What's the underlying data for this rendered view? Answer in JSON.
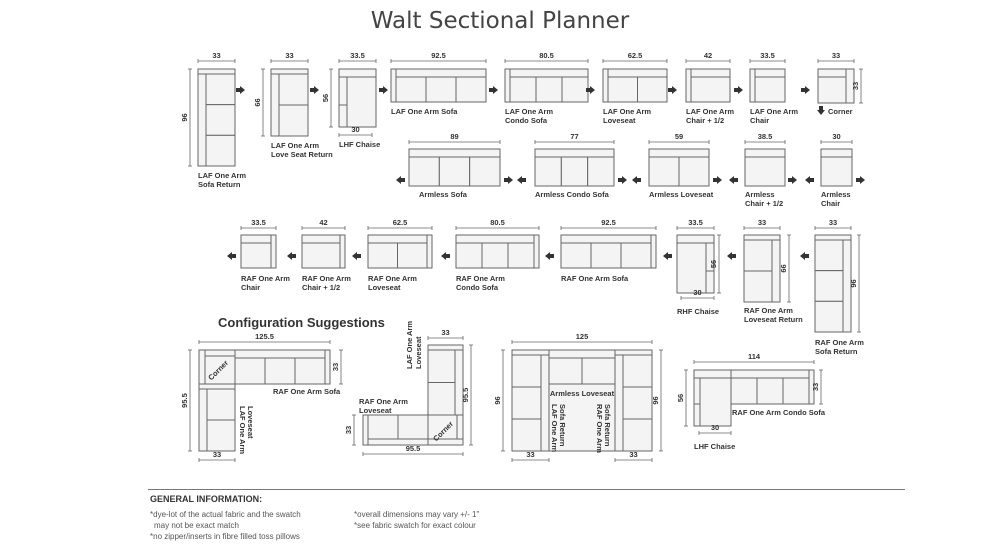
{
  "page": {
    "title": "Walt Sectional Planner"
  },
  "pieces": [
    {
      "id": "laf-sofa-return",
      "label_lines": [
        "LAF One Arm",
        "Sofa Return"
      ],
      "width_label": "33",
      "depth_label": "96"
    },
    {
      "id": "laf-loveseat-return",
      "label_lines": [
        "LAF One Arm",
        "Love Seat Return"
      ],
      "width_label": "33",
      "depth_label": "66"
    },
    {
      "id": "lhf-chaise",
      "label_lines": [
        "LHF Chaise"
      ],
      "width_label": "33.5",
      "depth_label": "56",
      "bottom_label": "30"
    },
    {
      "id": "laf-sofa",
      "label_lines": [
        "LAF One Arm Sofa"
      ],
      "width_label": "92.5"
    },
    {
      "id": "laf-condo-sofa",
      "label_lines": [
        "LAF One Arm",
        "Condo Sofa"
      ],
      "width_label": "80.5"
    },
    {
      "id": "laf-loveseat",
      "label_lines": [
        "LAF One Arm",
        "Loveseat"
      ],
      "width_label": "62.5"
    },
    {
      "id": "laf-chair-half",
      "label_lines": [
        "LAF One Arm",
        "Chair + 1/2"
      ],
      "width_label": "42"
    },
    {
      "id": "laf-chair",
      "label_lines": [
        "LAF One Arm",
        "Chair"
      ],
      "width_label": "33.5"
    },
    {
      "id": "corner",
      "label_lines": [
        "Corner"
      ],
      "width_label": "33",
      "depth_label": "33"
    },
    {
      "id": "armless-sofa",
      "label_lines": [
        "Armless Sofa"
      ],
      "width_label": "89"
    },
    {
      "id": "armless-condo-sofa",
      "label_lines": [
        "Armless Condo Sofa"
      ],
      "width_label": "77"
    },
    {
      "id": "armless-loveseat",
      "label_lines": [
        "Armless Loveseat"
      ],
      "width_label": "59"
    },
    {
      "id": "armless-chair-half",
      "label_lines": [
        "Armless",
        "Chair + 1/2"
      ],
      "width_label": "38.5"
    },
    {
      "id": "armless-chair",
      "label_lines": [
        "Armless",
        "Chair"
      ],
      "width_label": "30"
    },
    {
      "id": "raf-chair",
      "label_lines": [
        "RAF One Arm",
        "Chair"
      ],
      "width_label": "33.5"
    },
    {
      "id": "raf-chair-half",
      "label_lines": [
        "RAF One Arm",
        "Chair + 1/2"
      ],
      "width_label": "42"
    },
    {
      "id": "raf-loveseat",
      "label_lines": [
        "RAF One Arm",
        "Loveseat"
      ],
      "width_label": "62.5"
    },
    {
      "id": "raf-condo-sofa",
      "label_lines": [
        "RAF One Arm",
        "Condo Sofa"
      ],
      "width_label": "80.5"
    },
    {
      "id": "raf-sofa",
      "label_lines": [
        "RAF One Arm Sofa"
      ],
      "width_label": "92.5"
    },
    {
      "id": "rhf-chaise",
      "label_lines": [
        "RHF Chaise"
      ],
      "width_label": "33.5",
      "depth_label": "56",
      "bottom_label": "30"
    },
    {
      "id": "raf-loveseat-return",
      "label_lines": [
        "RAF One Arm",
        "Loveseat Return"
      ],
      "width_label": "33",
      "depth_label": "66"
    },
    {
      "id": "raf-sofa-return",
      "label_lines": [
        "RAF One Arm",
        "Sofa Return"
      ],
      "width_label": "33",
      "depth_label": "96"
    }
  ],
  "configurations": {
    "title": "Configuration Suggestions",
    "config1": {
      "top": "125.5",
      "right": "33",
      "left": "95.5",
      "bottom": "33",
      "corner": "Corner",
      "sofa": "RAF One Arm Sofa",
      "return_lines": [
        "LAF One Arm",
        "Loveseat"
      ]
    },
    "config2": {
      "top": "33",
      "right": "95.5",
      "left": "33",
      "bottom": "95.5",
      "corner": "Corner",
      "loveseat_lines": [
        "RAF One Arm",
        "Loveseat"
      ],
      "return_lines": [
        "LAF One Arm",
        "Loveseat"
      ]
    },
    "config3": {
      "top": "125",
      "left": "96",
      "right": "96",
      "bottom_left": "33",
      "bottom_right": "33",
      "middle": "Armless Loveseat",
      "left_lines": [
        "LAF One Arm",
        "Sofa Return"
      ],
      "right_lines": [
        "RAF One Arm",
        "Sofa Return"
      ]
    },
    "config4": {
      "top": "114",
      "left": "56",
      "right": "33",
      "bottom": "30",
      "sofa": "RAF One Arm Condo Sofa",
      "chaise": "LHF Chaise"
    }
  },
  "general": {
    "title": "GENERAL INFORMATION:",
    "notes_left": [
      "*dye-lot of the actual fabric and the swatch",
      "  may not be exact match",
      "*no zipper/inserts in fibre filled toss pillows"
    ],
    "notes_right": [
      "*overall dimensions may vary +/- 1\"",
      "*see fabric swatch for exact colour"
    ]
  }
}
